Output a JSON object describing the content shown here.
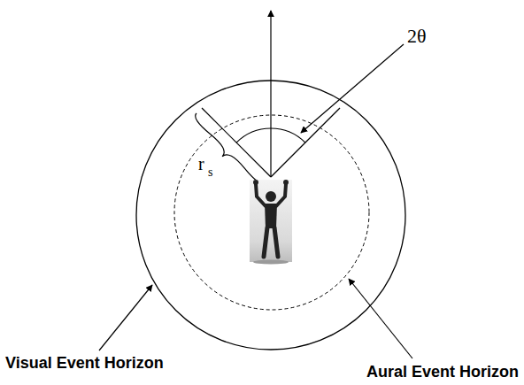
{
  "diagram": {
    "labels": [
      "2θ",
      "r",
      "s",
      "Visual Event Horizon",
      "Aural Event Horizon"
    ]
  }
}
